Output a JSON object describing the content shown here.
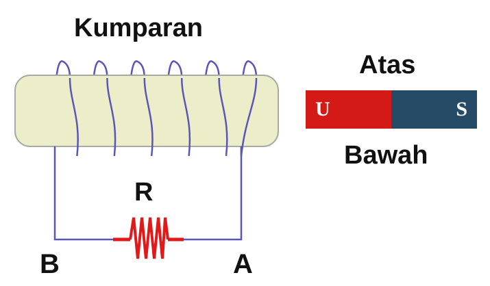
{
  "coil": {
    "title": "Kumparan",
    "core_color": "#ebeec8",
    "core_border_color": "#a7a9a2",
    "wire_color": "#5a55b8",
    "turns": 6
  },
  "resistor": {
    "label": "R",
    "color": "#e01a1a"
  },
  "terminals": {
    "left": "B",
    "right": "A"
  },
  "magnet": {
    "top_label": "Atas",
    "bottom_label": "Bawah",
    "pole_left": {
      "label": "U",
      "color": "#d41a16"
    },
    "pole_right": {
      "label": "S",
      "color": "#264b66"
    }
  }
}
